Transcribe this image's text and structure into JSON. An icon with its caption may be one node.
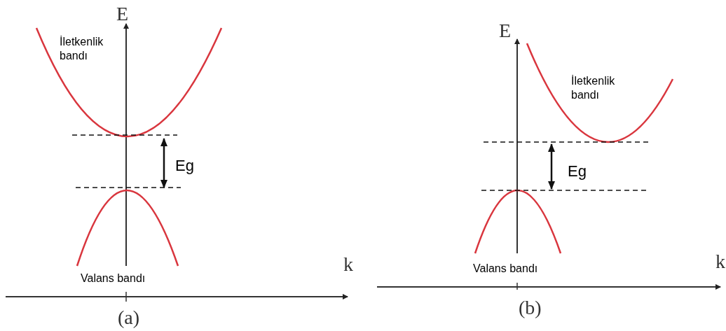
{
  "diagram": {
    "labels": [
      "E",
      "İletkenlik bandı",
      "Eg",
      "k",
      "Valans bandı",
      "(a)",
      "E",
      "İletkenlik bandı",
      "Eg",
      "Valans bandı",
      "k",
      "(b)"
    ]
  }
}
